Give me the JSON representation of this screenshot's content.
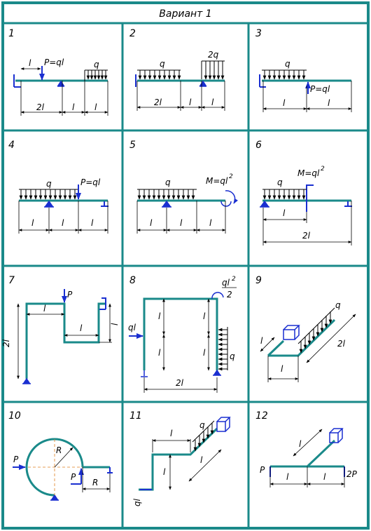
{
  "header": {
    "title": "Вариант 1"
  },
  "colors": {
    "frame": "#1a8a8a",
    "beam": "#1a8a8a",
    "load": "#1a2fd0",
    "line": "#000000"
  },
  "cells": [
    {
      "number": "1",
      "labels": {
        "l": "l",
        "P": "P=ql",
        "q": "q",
        "dim_2l": "2l",
        "dim_l1": "l",
        "dim_l2": "l"
      }
    },
    {
      "number": "2",
      "labels": {
        "q": "q",
        "q2": "2q",
        "dim_2l": "2l",
        "dim_l1": "l",
        "dim_l2": "l"
      }
    },
    {
      "number": "3",
      "labels": {
        "q": "q",
        "P": "P=ql",
        "dim_l1": "l",
        "dim_l2": "l"
      }
    },
    {
      "number": "4",
      "labels": {
        "q": "q",
        "P": "P=ql",
        "dim_l1": "l",
        "dim_l2": "l",
        "dim_l3": "l"
      }
    },
    {
      "number": "5",
      "labels": {
        "q": "q",
        "M": "M=ql",
        "M_exp": "2",
        "dim_l1": "l",
        "dim_l2": "l",
        "dim_l3": "l"
      }
    },
    {
      "number": "6",
      "labels": {
        "q": "q",
        "M": "M=ql",
        "M_exp": "2",
        "dim_l": "l",
        "dim_2l": "2l"
      }
    },
    {
      "number": "7",
      "labels": {
        "P": "P",
        "dim_2l": "2l",
        "dim_l1": "l",
        "dim_l2": "l",
        "dim_l3": "l"
      }
    },
    {
      "number": "8",
      "labels": {
        "ql": "ql",
        "M_num": "ql",
        "M_exp": "2",
        "M_den": "2",
        "q": "q",
        "dim_l1": "l",
        "dim_l2": "l",
        "dim_l3": "l",
        "dim_l4": "l",
        "dim_2l": "2l"
      }
    },
    {
      "number": "9",
      "labels": {
        "q": "q",
        "dim_l1": "l",
        "dim_l2": "l",
        "dim_2l": "2l"
      }
    },
    {
      "number": "10",
      "labels": {
        "P_left": "P",
        "P_right": "P",
        "R1": "R",
        "R2": "R"
      }
    },
    {
      "number": "11",
      "labels": {
        "q": "q",
        "ql": "ql",
        "dim_l1": "l",
        "dim_l2": "l",
        "dim_l3": "l"
      }
    },
    {
      "number": "12",
      "labels": {
        "P": "P",
        "P2": "2P",
        "dim_l1": "l",
        "dim_l2": "l",
        "dim_l3": "l"
      }
    }
  ]
}
